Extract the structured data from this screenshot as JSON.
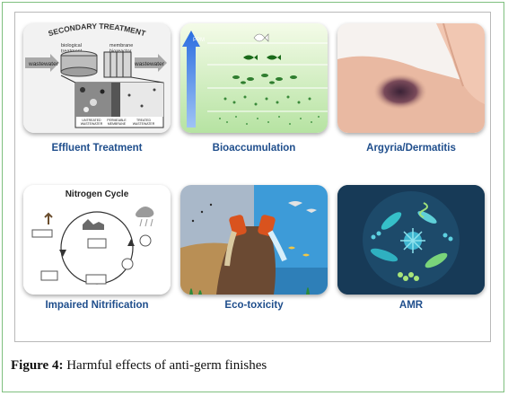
{
  "figure": {
    "label": "Figure 4:",
    "caption": "Harmful effects of anti-germ finishes"
  },
  "panels": [
    {
      "caption": "Effluent Treatment",
      "image_text": {
        "title": "SECONDARY TREATMENT",
        "bio": "biological\ntreatment",
        "membrane": "membrane\nbioreactor",
        "wastewater_in": "wastewater",
        "wastewater_out": "wastewater",
        "bottom_labels": [
          "UNTREATED\nWASTEWATER",
          "PERMEABLE\nMEMBRANE",
          "TREATED\nWASTEWATER"
        ]
      }
    },
    {
      "caption": "Bioaccumulation",
      "image_text": {
        "axis": "PPM"
      }
    },
    {
      "caption": "Argyria/Dermatitis"
    },
    {
      "caption": "Impaired Nitrification",
      "image_text": {
        "title": "Nitrogen Cycle"
      }
    },
    {
      "caption": "Eco-toxicity"
    },
    {
      "caption": "AMR"
    }
  ]
}
